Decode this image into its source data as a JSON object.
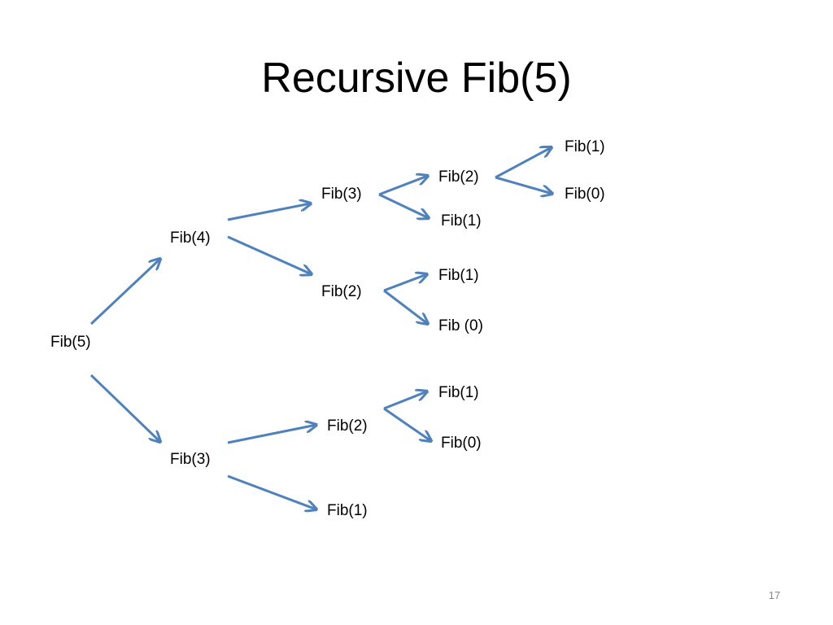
{
  "slide": {
    "title": "Recursive Fib(5)",
    "page_number": "17"
  },
  "tree": {
    "root": "Fib(5)",
    "level1": {
      "top": "Fib(4)",
      "bottom": "Fib(3)"
    },
    "level2": {
      "fib4_left": "Fib(3)",
      "fib4_right": "Fib(2)",
      "fib3_left": "Fib(2)",
      "fib3_right": "Fib(1)"
    },
    "level3": {
      "fib3_left": "Fib(2)",
      "fib3_right": "Fib(1)",
      "fib2_left": "Fib(1)",
      "fib2_right": "Fib (0)",
      "fib2b_left": "Fib(1)",
      "fib2b_right": "Fib(0)"
    },
    "level4": {
      "fib2_left": "Fib(1)",
      "fib2_right": "Fib(0)"
    }
  },
  "colors": {
    "arrow": "#4f81bd",
    "text": "#000000",
    "page_number": "#888888"
  }
}
